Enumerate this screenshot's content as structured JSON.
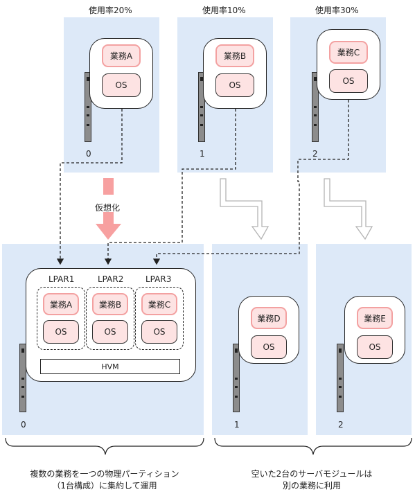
{
  "top": {
    "servers": [
      {
        "usage": "使用率20%",
        "app": "業務A",
        "os": "OS",
        "num": "0"
      },
      {
        "usage": "使用率10%",
        "app": "業務B",
        "os": "OS",
        "num": "1"
      },
      {
        "usage": "使用率30%",
        "app": "業務C",
        "os": "OS",
        "num": "2"
      }
    ]
  },
  "virtualize_label": "仮想化",
  "consolidated": {
    "num": "0",
    "lpars": [
      {
        "name": "LPAR1",
        "app": "業務A",
        "os": "OS"
      },
      {
        "name": "LPAR2",
        "app": "業務B",
        "os": "OS"
      },
      {
        "name": "LPAR3",
        "app": "業務C",
        "os": "OS"
      }
    ],
    "hvm": "HVM"
  },
  "freed": [
    {
      "app": "業務D",
      "os": "OS",
      "num": "1"
    },
    {
      "app": "業務E",
      "os": "OS",
      "num": "2"
    }
  ],
  "captions": {
    "left_line1": "複数の業務を一つの物理パーティション",
    "left_line2": "（1台構成）に集約して運用",
    "right_line1": "空いた2台のサーバモジュールは",
    "right_line2": "別の業務に利用"
  },
  "colors": {
    "zone": "#dde9f8",
    "app_border": "#f3a1a1",
    "app_fill": "#fde3e3",
    "arrow_pink": "#f7a0a0"
  }
}
